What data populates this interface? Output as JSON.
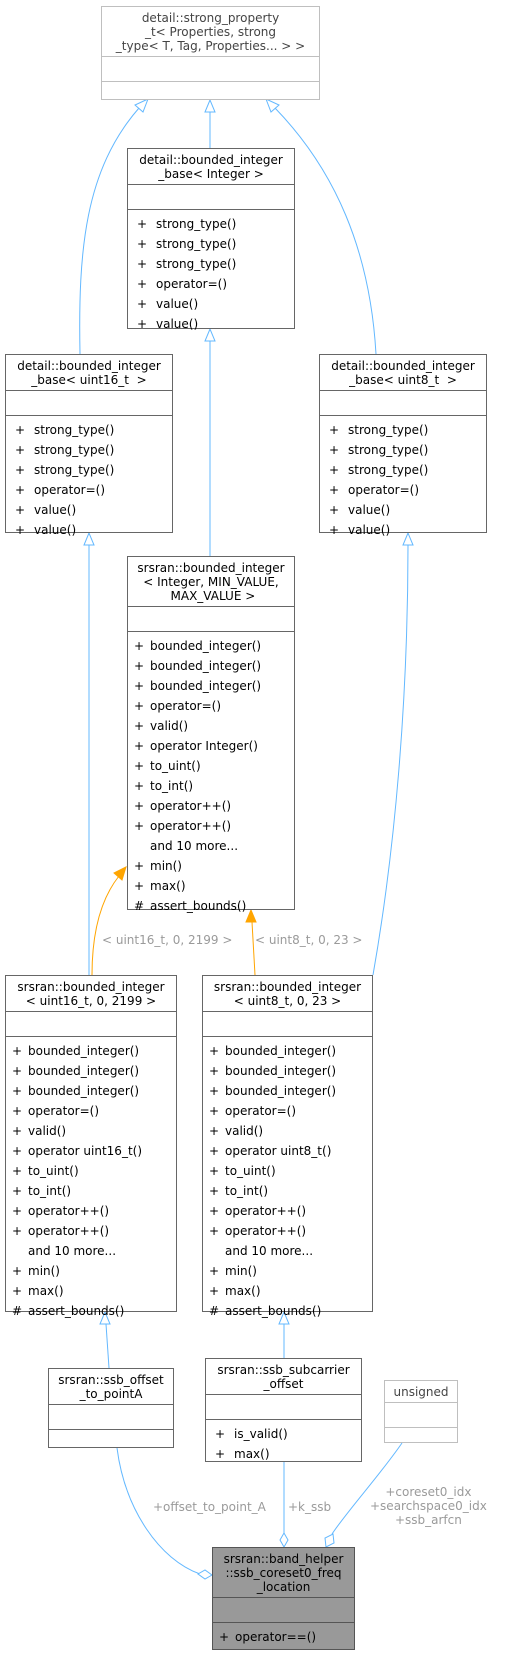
{
  "nodes": {
    "strong_property": {
      "title": "detail::strong_property\n_t< Properties, strong\n_type< T, Tag, Properties... > >",
      "members": []
    },
    "bounded_integer_base_integer": {
      "title": "detail::bounded_integer\n_base< Integer >",
      "members": [
        {
          "vis": "+",
          "name": "strong_type()"
        },
        {
          "vis": "+",
          "name": "strong_type()"
        },
        {
          "vis": "+",
          "name": "strong_type()"
        },
        {
          "vis": "+",
          "name": "operator=()"
        },
        {
          "vis": "+",
          "name": "value()"
        },
        {
          "vis": "+",
          "name": "value()"
        }
      ]
    },
    "bounded_integer_base_uint16": {
      "title": "detail::bounded_integer\n_base< uint16_t  >",
      "members": [
        {
          "vis": "+",
          "name": "strong_type()"
        },
        {
          "vis": "+",
          "name": "strong_type()"
        },
        {
          "vis": "+",
          "name": "strong_type()"
        },
        {
          "vis": "+",
          "name": "operator=()"
        },
        {
          "vis": "+",
          "name": "value()"
        },
        {
          "vis": "+",
          "name": "value()"
        }
      ]
    },
    "bounded_integer_base_uint8": {
      "title": "detail::bounded_integer\n_base< uint8_t  >",
      "members": [
        {
          "vis": "+",
          "name": "strong_type()"
        },
        {
          "vis": "+",
          "name": "strong_type()"
        },
        {
          "vis": "+",
          "name": "strong_type()"
        },
        {
          "vis": "+",
          "name": "operator=()"
        },
        {
          "vis": "+",
          "name": "value()"
        },
        {
          "vis": "+",
          "name": "value()"
        }
      ]
    },
    "bounded_integer_template": {
      "title": "srsran::bounded_integer\n< Integer, MIN_VALUE,\n MAX_VALUE >",
      "members": [
        {
          "vis": "+",
          "name": "bounded_integer()"
        },
        {
          "vis": "+",
          "name": "bounded_integer()"
        },
        {
          "vis": "+",
          "name": "bounded_integer()"
        },
        {
          "vis": "+",
          "name": "operator=()"
        },
        {
          "vis": "+",
          "name": "valid()"
        },
        {
          "vis": "+",
          "name": "operator Integer()"
        },
        {
          "vis": "+",
          "name": "to_uint()"
        },
        {
          "vis": "+",
          "name": "to_int()"
        },
        {
          "vis": "+",
          "name": "operator++()"
        },
        {
          "vis": "+",
          "name": "operator++()"
        },
        {
          "vis": "",
          "name": "and 10 more..."
        },
        {
          "vis": "+",
          "name": "min()"
        },
        {
          "vis": "+",
          "name": "max()"
        },
        {
          "vis": "#",
          "name": "assert_bounds()"
        }
      ]
    },
    "bounded_integer_uint16": {
      "title": "srsran::bounded_integer\n< uint16_t, 0, 2199 >",
      "members": [
        {
          "vis": "+",
          "name": "bounded_integer()"
        },
        {
          "vis": "+",
          "name": "bounded_integer()"
        },
        {
          "vis": "+",
          "name": "bounded_integer()"
        },
        {
          "vis": "+",
          "name": "operator=()"
        },
        {
          "vis": "+",
          "name": "valid()"
        },
        {
          "vis": "+",
          "name": "operator uint16_t()"
        },
        {
          "vis": "+",
          "name": "to_uint()"
        },
        {
          "vis": "+",
          "name": "to_int()"
        },
        {
          "vis": "+",
          "name": "operator++()"
        },
        {
          "vis": "+",
          "name": "operator++()"
        },
        {
          "vis": "",
          "name": "and 10 more..."
        },
        {
          "vis": "+",
          "name": "min()"
        },
        {
          "vis": "+",
          "name": "max()"
        },
        {
          "vis": "#",
          "name": "assert_bounds()"
        }
      ]
    },
    "bounded_integer_uint8": {
      "title": "srsran::bounded_integer\n< uint8_t, 0, 23 >",
      "members": [
        {
          "vis": "+",
          "name": "bounded_integer()"
        },
        {
          "vis": "+",
          "name": "bounded_integer()"
        },
        {
          "vis": "+",
          "name": "bounded_integer()"
        },
        {
          "vis": "+",
          "name": "operator=()"
        },
        {
          "vis": "+",
          "name": "valid()"
        },
        {
          "vis": "+",
          "name": "operator uint8_t()"
        },
        {
          "vis": "+",
          "name": "to_uint()"
        },
        {
          "vis": "+",
          "name": "to_int()"
        },
        {
          "vis": "+",
          "name": "operator++()"
        },
        {
          "vis": "+",
          "name": "operator++()"
        },
        {
          "vis": "",
          "name": "and 10 more..."
        },
        {
          "vis": "+",
          "name": "min()"
        },
        {
          "vis": "+",
          "name": "max()"
        },
        {
          "vis": "#",
          "name": "assert_bounds()"
        }
      ]
    },
    "ssb_offset_to_pointA": {
      "title": "srsran::ssb_offset\n_to_pointA",
      "members": []
    },
    "ssb_subcarrier_offset": {
      "title": "srsran::ssb_subcarrier\n_offset",
      "members": [
        {
          "vis": "+",
          "name": "is_valid()"
        },
        {
          "vis": "+",
          "name": "max()"
        }
      ]
    },
    "unsigned": {
      "title": "unsigned",
      "members": []
    },
    "ssb_coreset0_freq_location": {
      "title": "srsran::band_helper\n::ssb_coreset0_freq\n_location",
      "members": [
        {
          "vis": "+",
          "name": "operator==()"
        }
      ]
    }
  },
  "edge_labels": {
    "uint16_args": "< uint16_t, 0, 2199 >",
    "uint8_args": "< uint8_t, 0, 23 >",
    "offset_to_point_a": "+offset_to_point_A",
    "k_ssb": "+k_ssb",
    "unsigned_members": "+coreset0_idx\n+searchspace0_idx\n+ssb_arfcn"
  },
  "colors": {
    "inheritance_edge": "#63b8ff",
    "template_edge": "#ffa500",
    "focus_fill": "#999999",
    "node_border": "#666666",
    "label_text": "#9a9a9a"
  }
}
